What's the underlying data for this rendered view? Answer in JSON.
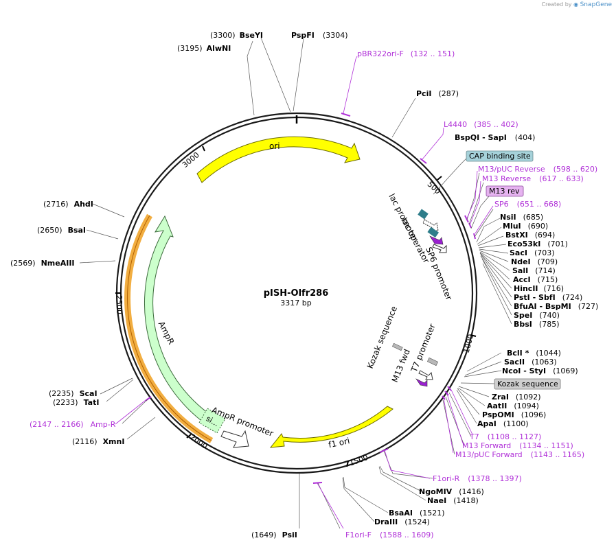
{
  "credit": {
    "prefix": "Created by",
    "brand": "SnapGene"
  },
  "plasmid": {
    "name": "pISH-Olfr286",
    "length_label": "3317 bp",
    "length": 3317
  },
  "colors": {
    "backbone": "#1a1a1a",
    "ori": "#ffff00",
    "ampr": "#ccffcc",
    "ampr_orf_outline": "#f0a020",
    "primer": "#b030d8",
    "feature_box_blue": "#a6d2da",
    "feature_box_gray": "#cfcfcf",
    "feature_box_pink": "#e6b3f0",
    "lac_promoter": "#2e7d8a",
    "lac_operator": "#2e7d8a",
    "sp6": "#9a20d0"
  },
  "ticks": [
    {
      "label": "500",
      "pos": 500
    },
    {
      "label": "1000",
      "pos": 1000
    },
    {
      "label": "1500",
      "pos": 1500
    },
    {
      "label": "2000",
      "pos": 2000
    },
    {
      "label": "2500",
      "pos": 2500
    },
    {
      "label": "3000",
      "pos": 3000
    }
  ],
  "features": [
    {
      "name": "ori",
      "label": "ori"
    },
    {
      "name": "f1",
      "label": "f1 ori"
    },
    {
      "name": "ampr",
      "label": "AmpR"
    },
    {
      "name": "ampr-promoter",
      "label": "AmpR promoter"
    },
    {
      "name": "lac-promoter",
      "label": "lac promoter"
    },
    {
      "name": "lac-operator",
      "label": "lac operator"
    },
    {
      "name": "sp6-promoter",
      "label": "SP6 promoter"
    },
    {
      "name": "kozak",
      "label": "Kozak sequence"
    },
    {
      "name": "t7-promoter",
      "label": "T7 promoter"
    },
    {
      "name": "m13-fwd",
      "label": "M13 fwd"
    },
    {
      "name": "signal",
      "label": "si..."
    }
  ],
  "sites": [
    {
      "id": "bseyi",
      "name": "BseYI",
      "pos": "(3300)"
    },
    {
      "id": "pspfi",
      "name": "PspFI",
      "pos": "(3304)"
    },
    {
      "id": "alwni",
      "name": "AlwNI",
      "pos": "(3195)"
    },
    {
      "id": "pbr322",
      "name": "pBR322ori-F",
      "pos": "(132 .. 151)",
      "primer": true
    },
    {
      "id": "pcii",
      "name": "PciI",
      "pos": "(287)"
    },
    {
      "id": "l4440",
      "name": "L4440",
      "pos": "(385 .. 402)",
      "primer": true
    },
    {
      "id": "bspqi",
      "name": "BspQI",
      "name2": "SapI",
      "pos": "(404)"
    },
    {
      "id": "cap-box",
      "name": "CAP binding site",
      "box": "blue"
    },
    {
      "id": "m13puc-rev",
      "name": "M13/pUC Reverse",
      "pos": "(598 .. 620)",
      "primer": true
    },
    {
      "id": "m13-reverse",
      "name": "M13 Reverse",
      "pos": "(617 .. 633)",
      "primer": true
    },
    {
      "id": "m13rev-box",
      "name": "M13 rev",
      "box": "pink"
    },
    {
      "id": "sp6",
      "name": "SP6",
      "pos": "(651 .. 668)",
      "primer": true
    },
    {
      "id": "nsii",
      "name": "NsiI",
      "pos": "(685)"
    },
    {
      "id": "mlui",
      "name": "MluI",
      "pos": "(690)"
    },
    {
      "id": "bstxi",
      "name": "BstXI",
      "pos": "(694)"
    },
    {
      "id": "eco53ki",
      "name": "Eco53kI",
      "pos": "(701)"
    },
    {
      "id": "saci",
      "name": "SacI",
      "pos": "(703)"
    },
    {
      "id": "ndei",
      "name": "NdeI",
      "pos": "(709)"
    },
    {
      "id": "sali",
      "name": "SalI",
      "pos": "(714)"
    },
    {
      "id": "acci",
      "name": "AccI",
      "pos": "(715)"
    },
    {
      "id": "hincii",
      "name": "HincII",
      "pos": "(716)"
    },
    {
      "id": "psti",
      "name": "PstI",
      "name2": "SbfI",
      "pos": "(724)"
    },
    {
      "id": "bfuai",
      "name": "BfuAI",
      "name2": "BspMI",
      "pos": "(727)"
    },
    {
      "id": "spei",
      "name": "SpeI",
      "pos": "(740)"
    },
    {
      "id": "bbsi",
      "name": "BbsI",
      "pos": "(785)"
    },
    {
      "id": "bcli",
      "name": "BclI *",
      "pos": "(1044)"
    },
    {
      "id": "sacii",
      "name": "SacII",
      "pos": "(1063)"
    },
    {
      "id": "ncoi",
      "name": "NcoI",
      "name2": "StyI",
      "pos": "(1069)"
    },
    {
      "id": "kozak-box",
      "name": "Kozak sequence",
      "box": "gray"
    },
    {
      "id": "zrai",
      "name": "ZraI",
      "pos": "(1092)"
    },
    {
      "id": "aatii",
      "name": "AatII",
      "pos": "(1094)"
    },
    {
      "id": "pspomi",
      "name": "PspOMI",
      "pos": "(1096)"
    },
    {
      "id": "apai",
      "name": "ApaI",
      "pos": "(1100)"
    },
    {
      "id": "t7",
      "name": "T7",
      "pos": "(1108 .. 1127)",
      "primer": true
    },
    {
      "id": "m13-forward",
      "name": "M13 Forward",
      "pos": "(1134 .. 1151)",
      "primer": true
    },
    {
      "id": "m13puc-fwd",
      "name": "M13/pUC Forward",
      "pos": "(1143 .. 1165)",
      "primer": true
    },
    {
      "id": "f1ori-r",
      "name": "F1ori-R",
      "pos": "(1378 .. 1397)",
      "primer": true
    },
    {
      "id": "ngomiv",
      "name": "NgoMIV",
      "pos": "(1416)"
    },
    {
      "id": "naei",
      "name": "NaeI",
      "pos": "(1418)"
    },
    {
      "id": "bsaai",
      "name": "BsaAI",
      "pos": "(1521)"
    },
    {
      "id": "draiii",
      "name": "DraIII",
      "pos": "(1524)"
    },
    {
      "id": "f1ori-f",
      "name": "F1ori-F",
      "pos": "(1588 .. 1609)",
      "primer": true
    },
    {
      "id": "psii",
      "name": "PsiI",
      "pos": "(1649)"
    },
    {
      "id": "xmni",
      "name": "XmnI",
      "pos": "(2116)"
    },
    {
      "id": "amp-r",
      "name": "Amp-R",
      "pos": "(2147 .. 2166)",
      "primer": true
    },
    {
      "id": "tati",
      "name": "TatI",
      "pos": "(2233)"
    },
    {
      "id": "scai",
      "name": "ScaI",
      "pos": "(2235)"
    },
    {
      "id": "nmeaiii",
      "name": "NmeAIII",
      "pos": "(2569)"
    },
    {
      "id": "bsai",
      "name": "BsaI",
      "pos": "(2650)"
    },
    {
      "id": "ahdi",
      "name": "AhdI",
      "pos": "(2716)"
    }
  ]
}
